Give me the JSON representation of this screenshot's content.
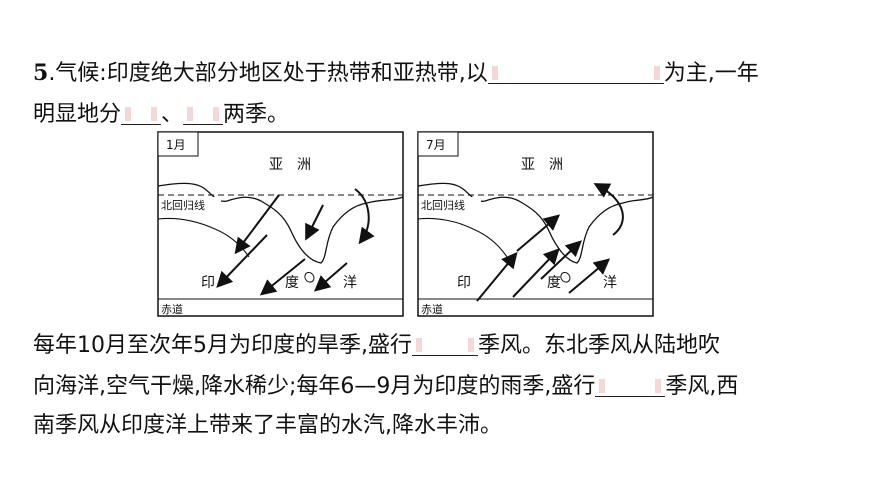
{
  "q5": {
    "number": "5",
    "title_text": ".气候:印度绝大部分地区处于热带和亚热带,以",
    "after_blank1": "为主,一年",
    "line2_prefix": "明显地分",
    "separator": "、",
    "line2_suffix": "两季。"
  },
  "maps": [
    {
      "month": "1月",
      "asia": "亚　洲",
      "tropic": "北回归线",
      "equator": "赤道",
      "ocean_chars": [
        "印",
        "度",
        "洋"
      ],
      "wind_direction": "northeast"
    },
    {
      "month": "7月",
      "asia": "亚　洲",
      "tropic": "北回归线",
      "equator": "赤道",
      "ocean_chars": [
        "印",
        "度",
        "洋"
      ],
      "wind_direction": "southwest"
    }
  ],
  "para": {
    "l1a": "每年10月至次年5月为印度的旱季,盛行",
    "l1b": "季风。东北季风从陆地吹",
    "l2a": "向海洋,空气干燥,降水稀少;每年6—9月为印度的雨季,盛行",
    "l2b": "季风,西",
    "l3": "南季风从印度洋上带来了丰富的水汽,降水丰沛。"
  }
}
